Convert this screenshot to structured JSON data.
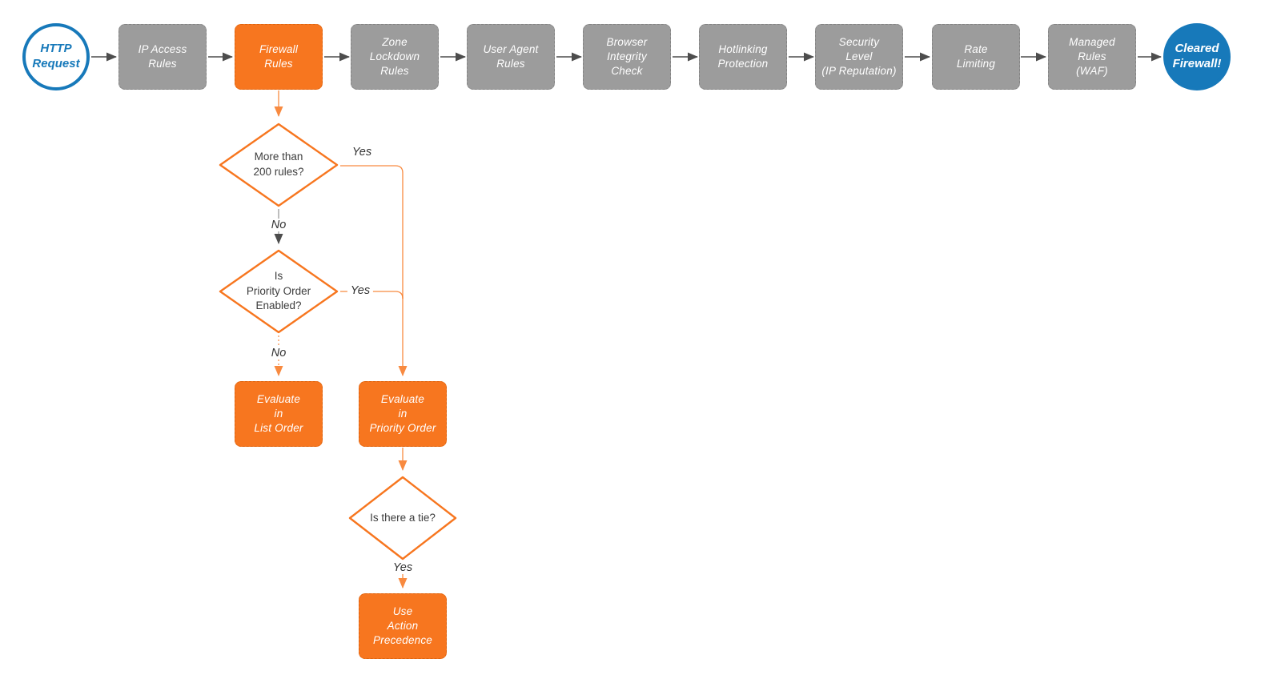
{
  "diagram": {
    "description": "Firewall evaluation flowchart",
    "colors": {
      "accent_orange": "#F7761F",
      "process_gray": "#9C9C9C",
      "terminal_blue": "#1779BA",
      "arrow_gray": "#4D4D4D",
      "decision_text": "#3D3D3D"
    },
    "pipeline": [
      {
        "label": "HTTP\nRequest",
        "type": "start"
      },
      {
        "label": "IP Access\nRules",
        "type": "process"
      },
      {
        "label": "Firewall\nRules",
        "type": "process-highlight"
      },
      {
        "label": "Zone\nLockdown\nRules",
        "type": "process"
      },
      {
        "label": "User Agent\nRules",
        "type": "process"
      },
      {
        "label": "Browser\nIntegrity\nCheck",
        "type": "process"
      },
      {
        "label": "Hotlinking\nProtection",
        "type": "process"
      },
      {
        "label": "Security\nLevel\n(IP Reputation)",
        "type": "process"
      },
      {
        "label": "Rate\nLimiting",
        "type": "process"
      },
      {
        "label": "Managed\nRules\n(WAF)",
        "type": "process"
      },
      {
        "label": "Cleared\nFirewall!",
        "type": "end"
      }
    ],
    "branch": {
      "decision_rules": {
        "label": "More than\n200 rules?"
      },
      "decision_priority": {
        "label": "Is\nPriority Order\nEnabled?"
      },
      "evaluate_list": {
        "label": "Evaluate\nin\nList Order"
      },
      "evaluate_priority": {
        "label": "Evaluate\nin\nPriority Order"
      },
      "decision_tie": {
        "label": "Is there a tie?"
      },
      "action_precedence": {
        "label": "Use\nAction\nPrecedence"
      },
      "edge_labels": {
        "yes1": "Yes",
        "no1": "No",
        "yes2": "Yes",
        "no2": "No",
        "yes3": "Yes"
      }
    }
  }
}
